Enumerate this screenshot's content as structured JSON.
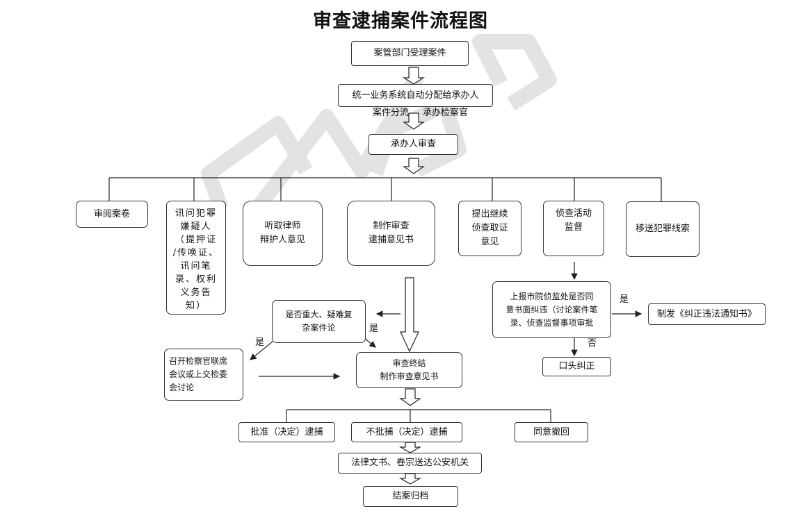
{
  "title": "审查逮捕案件流程图",
  "boxes": {
    "accept": "案管部门受理案件",
    "assign": "统一业务系统自动分配给承办人",
    "review": "承办人审查",
    "read_file": "审阅案卷",
    "interrogate": "讯问犯罪\n嫌疑人\n（提押证\n/传唤证、\n讯问笔\n录、权利\n义务告\n知）",
    "lawyer": "听取律师\n辩护人意见",
    "opinion": "制作审查\n逮捕意见书",
    "continue_investigation": "提出继续\n侦查取证\n意见",
    "supervision": "侦查活动\n监督",
    "transfer_clues": "移送犯罪线索",
    "report": "上报市院侦监处是否同\n意书面纠违（讨论案件笔\n录、侦查监督事项审批",
    "notice": "制发《纠正违法通知书》",
    "oral": "口头纠正",
    "major_case": "是否重大、疑难复\n杂案件论",
    "meeting": "召开检察官联席\n会议或上交检委\n会讨论",
    "conclude": "审查终结\n制作审查意见书",
    "approve": "批准（决定）逮捕",
    "reject": "不批捕（决定）逮捕",
    "withdraw": "同意撤回",
    "deliver": "法律文书、卷宗送达公安机关",
    "archive": "结案归档"
  },
  "labels": {
    "case_split": "案件分流",
    "prosecutor": "承办检察官",
    "yes_notice": "是",
    "no_oral": "否",
    "yes_conclude": "是",
    "yes_meeting": "是"
  },
  "colors": {
    "line": "#222222",
    "border": "#333333",
    "watermark": "#e3e3e3"
  }
}
